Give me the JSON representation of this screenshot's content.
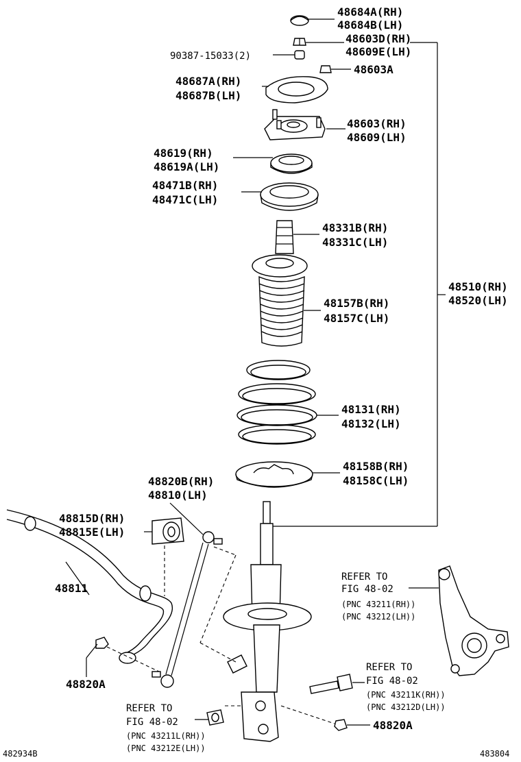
{
  "labels": {
    "p48684": [
      "48684A(RH)",
      "48684B(LH)"
    ],
    "p48603d": [
      "48603D(RH)",
      "48609E(LH)"
    ],
    "p90387": "90387-15033(2)",
    "p48603a": "48603A",
    "p48687": [
      "48687A(RH)",
      "48687B(LH)"
    ],
    "p48603": [
      "48603(RH)",
      "48609(LH)"
    ],
    "p48619": [
      "48619(RH)",
      "48619A(LH)"
    ],
    "p48471": [
      "48471B(RH)",
      "48471C(LH)"
    ],
    "p48331": [
      "48331B(RH)",
      "48331C(LH)"
    ],
    "p48510": [
      "48510(RH)",
      "48520(LH)"
    ],
    "p48157": [
      "48157B(RH)",
      "48157C(LH)"
    ],
    "p48131": [
      "48131(RH)",
      "48132(LH)"
    ],
    "p48158": [
      "48158B(RH)",
      "48158C(LH)"
    ],
    "p48820b": [
      "48820B(RH)",
      "48810(LH)"
    ],
    "p48815": [
      "48815D(RH)",
      "48815E(LH)"
    ],
    "p48811": "48811",
    "p48820a_left": "48820A",
    "p48820a_bottom": "48820A",
    "ref_knuckle": [
      "REFER TO",
      "FIG 48-02",
      "(PNC 43211(RH))",
      "(PNC 43212(LH))"
    ],
    "ref_bolt": [
      "REFER TO",
      "FIG 48-02",
      "(PNC 43211K(RH))",
      "(PNC 43212D(LH))"
    ],
    "ref_nut": [
      "REFER TO",
      "FIG 48-02",
      "(PNC 43211L(RH))",
      "(PNC 43212E(LH))"
    ],
    "corner_left": "482934B",
    "corner_right": "483804"
  }
}
